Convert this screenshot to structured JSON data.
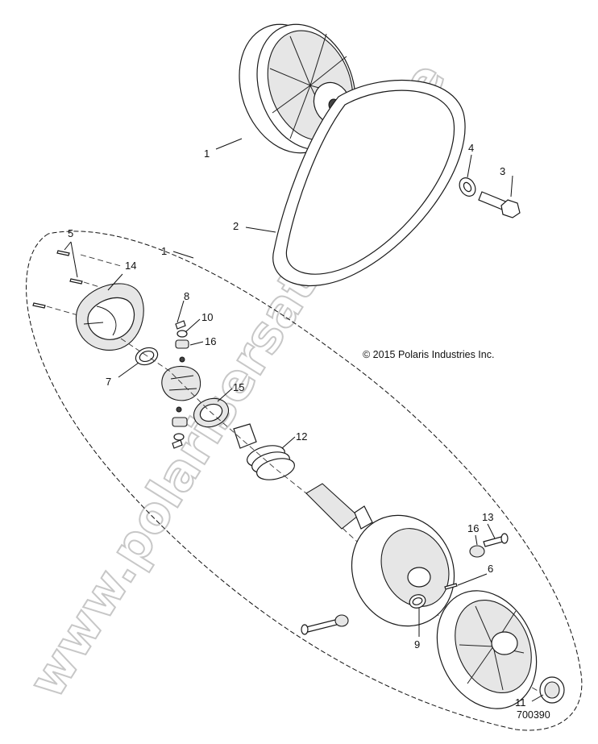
{
  "callouts": {
    "c1a": "1",
    "c1b": "1",
    "c2": "2",
    "c3": "3",
    "c4": "4",
    "c5": "5",
    "c6": "6",
    "c7": "7",
    "c8": "8",
    "c9": "9",
    "c10": "10",
    "c11": "11",
    "c12": "12",
    "c13": "13",
    "c14": "14",
    "c15": "15",
    "c16a": "16",
    "c16b": "16"
  },
  "copyright": "© 2015 Polaris Industries Inc.",
  "drawing_number": "700390",
  "watermark": "www.polarisersatzteile.de",
  "colors": {
    "line": "#1a1a1a",
    "watermark": "#b5b5b5",
    "background": "#ffffff"
  }
}
